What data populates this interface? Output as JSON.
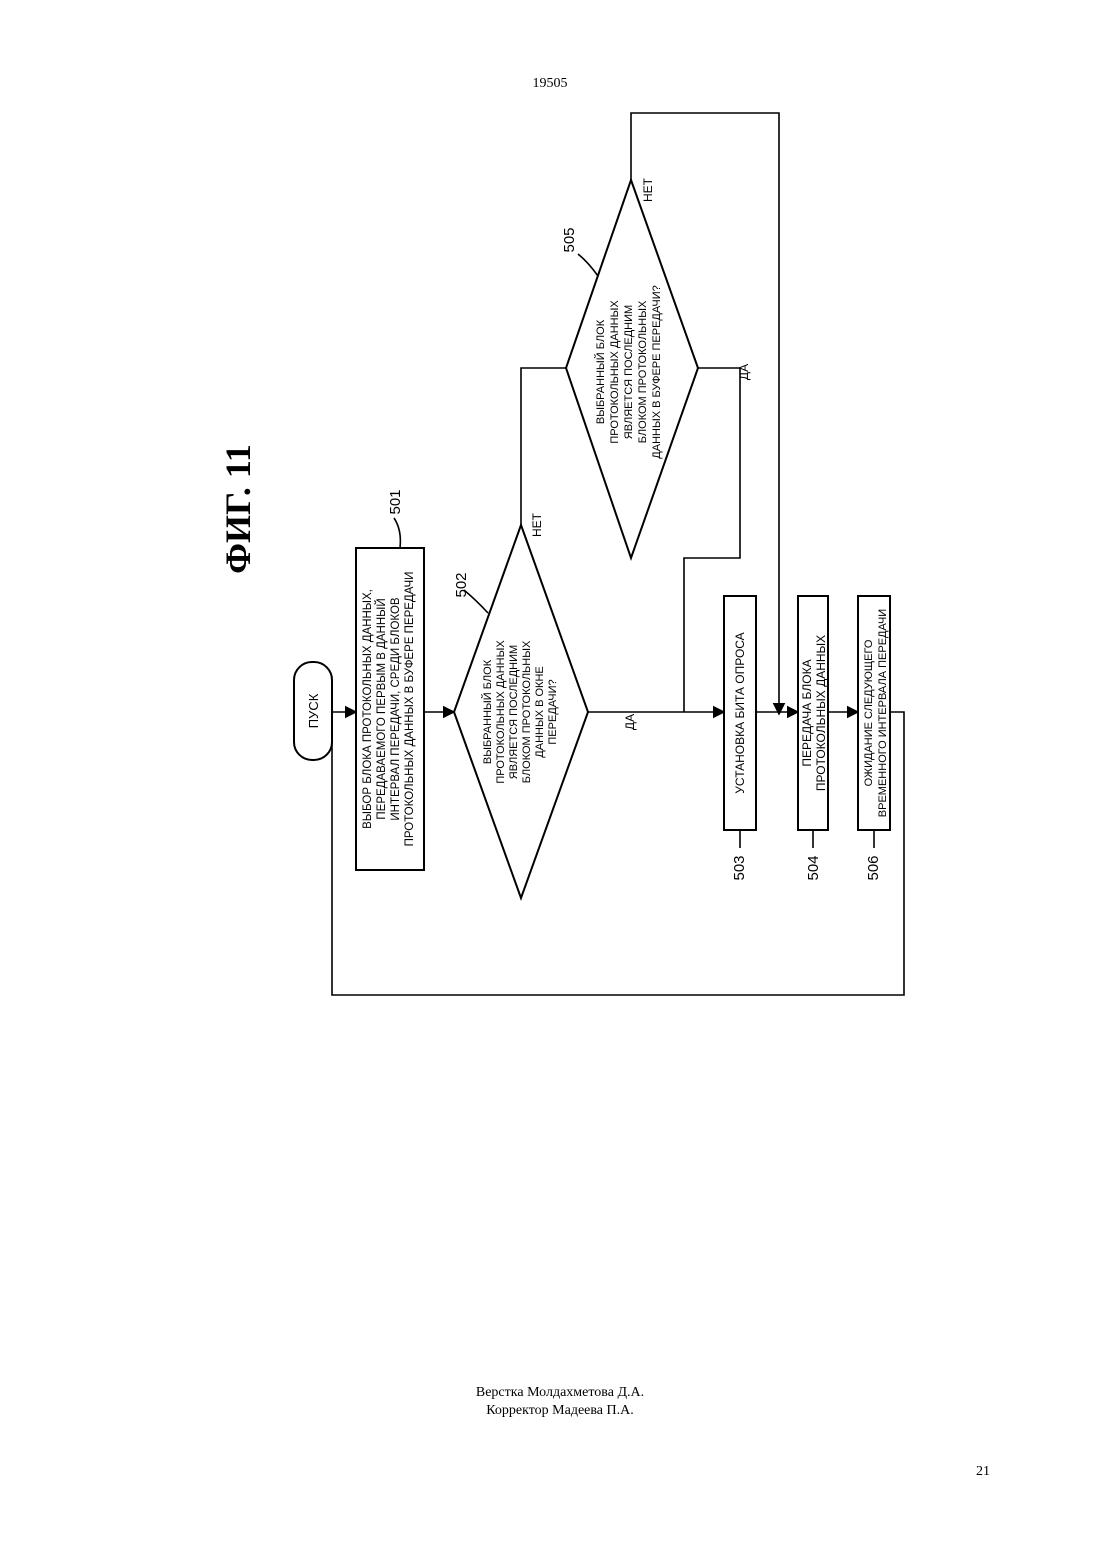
{
  "header": {
    "page_number": "19505"
  },
  "figure": {
    "title": "ФИГ. 11",
    "nodes": {
      "start": "ПУСК",
      "n501": {
        "ref": "501",
        "lines": [
          "ВЫБОР БЛОКА ПРОТОКОЛЬНЫХ ДАННЫХ,",
          "ПЕРЕДАВАЕМОГО ПЕРВЫМ В ДАННЫЙ",
          "ИНТЕРВАЛ ПЕРЕДАЧИ, СРЕДИ БЛОКОВ",
          "ПРОТОКОЛЬНЫХ ДАННЫХ В БУФЕРЕ ПЕРЕДАЧИ"
        ]
      },
      "n502": {
        "ref": "502",
        "lines": [
          "ВЫБРАННЫЙ БЛОК",
          "ПРОТОКОЛЬНЫХ ДАННЫХ",
          "ЯВЛЯЕТСЯ ПОСЛЕДНИМ",
          "БЛОКОМ ПРОТОКОЛЬНЫХ",
          "ДАННЫХ В ОКНЕ",
          "ПЕРЕДАЧИ?"
        ],
        "yes": "ДА",
        "no": "НЕТ"
      },
      "n505": {
        "ref": "505",
        "lines": [
          "ВЫБРАННЫЙ БЛОК",
          "ПРОТОКОЛЬНЫХ ДАННЫХ",
          "ЯВЛЯЕТСЯ ПОСЛЕДНИМ",
          "БЛОКОМ ПРОТОКОЛЬНЫХ",
          "ДАННЫХ В БУФЕРЕ ПЕРЕДАЧИ?"
        ],
        "yes": "ДА",
        "no": "НЕТ"
      },
      "n503": {
        "ref": "503",
        "lines": [
          "УСТАНОВКА БИТА ОПРОСА"
        ]
      },
      "n504": {
        "ref": "504",
        "lines": [
          "ПЕРЕДАЧА БЛОКА",
          "ПРОТОКОЛЬНЫХ ДАННЫХ"
        ]
      },
      "n506": {
        "ref": "506",
        "lines": [
          "ОЖИДАНИЕ СЛЕДУЮЩЕГО",
          "ВРЕМЕННОГО ИНТЕРВАЛА ПЕРЕДАЧИ"
        ]
      }
    }
  },
  "footer": {
    "layout_credit": "Верстка Молдахметова Д.А.",
    "proofreader_credit": "Корректор Мадеева П.А."
  },
  "sheet_number": "21"
}
